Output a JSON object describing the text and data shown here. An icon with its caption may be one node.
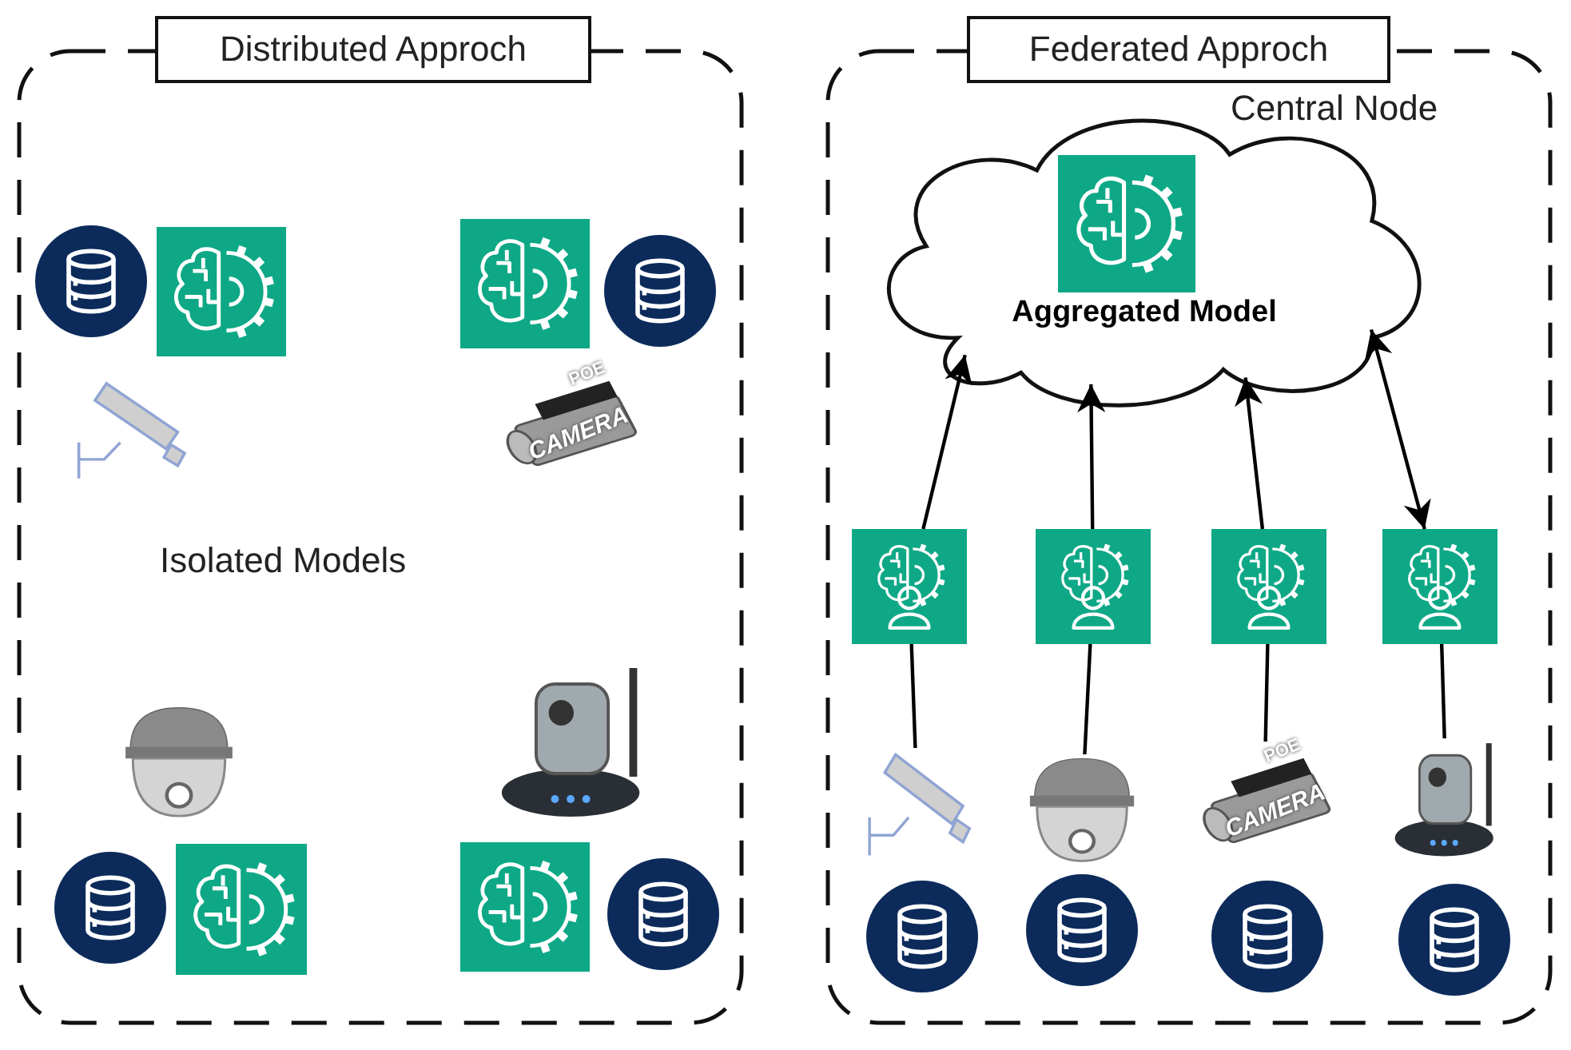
{
  "diagram": {
    "nodes": [
      {
        "text": [
          "Distributed Approch"
        ]
      },
      {
        "text": [
          "Federated Approch"
        ]
      },
      {
        "text": [
          "Central Node",
          "Aggregated Model"
        ],
        "in": 1
      },
      {
        "text": [],
        "shape": "box",
        "in": 1
      },
      {
        "text": [],
        "shape": "box",
        "in": 1
      },
      {
        "text": [],
        "shape": "box",
        "in": 1
      },
      {
        "text": [],
        "shape": "box",
        "in": 1
      },
      {
        "text": [],
        "shape": "picture",
        "in": 1
      },
      {
        "text": [],
        "shape": "picture",
        "in": 1
      },
      {
        "text": [
          "POE",
          "CAMERA"
        ],
        "in": 1
      },
      {
        "text": [],
        "shape": "picture",
        "in": 1
      }
    ],
    "edges": [
      {
        "from": 3,
        "to": 2,
        "arrow": "to"
      },
      {
        "from": 4,
        "to": 2,
        "arrow": "to"
      },
      {
        "from": 5,
        "to": 2,
        "arrow": "to"
      },
      {
        "from": 6,
        "to": 2,
        "arrow": "both"
      },
      {
        "from": 3,
        "to": 7,
        "arrow": "none"
      },
      {
        "from": 4,
        "to": 8,
        "arrow": "none"
      },
      {
        "from": 5,
        "to": 9,
        "arrow": "none"
      },
      {
        "from": 6,
        "to": 10,
        "arrow": "none"
      }
    ],
    "labels": [
      "POE",
      "CAMERA",
      "Isolated Models"
    ]
  }
}
